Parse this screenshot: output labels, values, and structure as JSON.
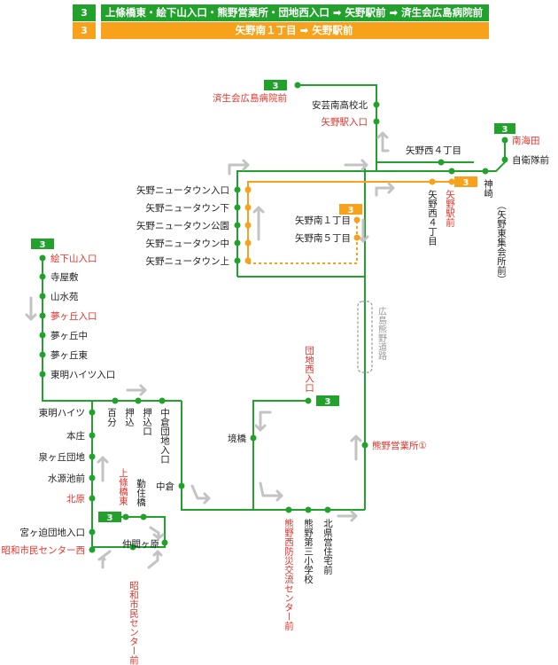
{
  "colors": {
    "green": "#22a22c",
    "orange": "#f7a21a",
    "red": "#e6332a",
    "text": "#222222",
    "arrow": "#c3c3c3",
    "road": "#9c9c9c"
  },
  "legend": [
    {
      "num": "3",
      "color": "green",
      "text": "上條橋東・絵下山入口・熊野営業所・団地西入口 ➡ 矢野駅前 ➡ 済生会広島病院前"
    },
    {
      "num": "3",
      "color": "orange",
      "text": "矢野南１丁目 ➡ 矢野駅前"
    }
  ],
  "route_badges": {
    "saiseikai": "3",
    "minamikaida": "3",
    "yanominami": "3",
    "eshitayama": "3",
    "danchinishi": "3",
    "kamijobashi": "3",
    "yanoeki": "3"
  },
  "stops": {
    "saiseikai": "済生会広島病院前",
    "aki_minami_hs": "安芸南高校北",
    "yano_eki_iriguchi": "矢野駅入口",
    "yano_nishi4_h": "矢野西４丁目",
    "yano_nishi4_v": "矢野西４丁目",
    "yano_ekimae": "矢野駅前",
    "minamikaida": "南海田",
    "jieitaimae": "自衛隊前",
    "kanzaki": "神崎",
    "kanzaki_note": "（矢野東集会所前）",
    "nt_iriguchi": "矢野ニュータウン入口",
    "nt_shita": "矢野ニュータウン下",
    "nt_koen": "矢野ニュータウン公園",
    "nt_naka": "矢野ニュータウン中",
    "nt_ue": "矢野ニュータウン上",
    "yano_minami1": "矢野南１丁目",
    "yano_minami5": "矢野南５丁目",
    "hiroshima_kumano_road": "広島熊野道路",
    "eshitayama": "絵下山入口",
    "jiyashiki": "寺屋敷",
    "sansuien": "山水苑",
    "yumegaoka_iriguchi": "夢ヶ丘入口",
    "yumegaoka_naka": "夢ヶ丘中",
    "yumegaoka_higashi": "夢ヶ丘東",
    "tomei_heights_iriguchi": "東明ハイツ入口",
    "tomei_heights": "東明ハイツ",
    "hyakubu": "百分",
    "oshikomi": "押込",
    "oshikomi_iriguchi": "押込口",
    "nakakura_danchi_iriguchi": "中倉団地入口",
    "honjo": "本庄",
    "izumigaoka_danchi": "泉ヶ丘団地",
    "suigenchimae": "水源池前",
    "kitahara": "北原",
    "kamijobashi_higashi": "上條橋東",
    "kinsei_bashi": "勤住橋",
    "nakakura": "中倉",
    "miyagasako_danchi": "宮ヶ迫団地入口",
    "showa_shimin_center_nishi": "昭和市民センター西",
    "nakamagahara": "仲間ヶ原",
    "showa_shimin_center_mae": "昭和市民センター前",
    "danchi_nishi_iriguchi": "団地西入口",
    "sakaibashi": "境橋",
    "kumano_eigyosho": "熊野営業所①",
    "kumano_nishi_bosai": "熊野西防災交流センター前",
    "kumano_daisan_shogakko": "熊野第三小学校",
    "kita_kenei_jutaku": "北県営住宅前"
  }
}
